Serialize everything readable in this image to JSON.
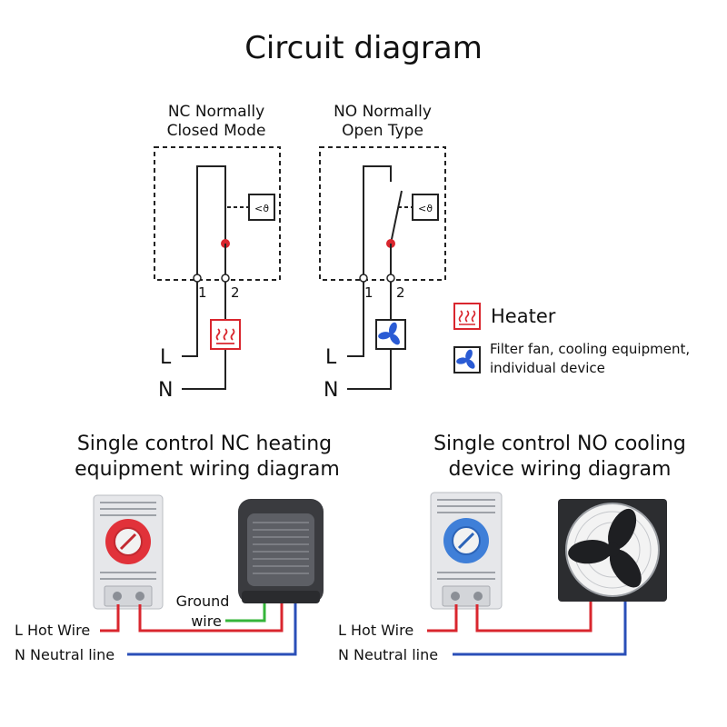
{
  "title": "Circuit diagram",
  "nc": {
    "caption_line1": "NC Normally",
    "caption_line2": "Closed Mode",
    "terminal1": "1",
    "terminal2": "2",
    "line_l": "L",
    "line_n": "N"
  },
  "no": {
    "caption_line1": "NO Normally",
    "caption_line2": "Open Type",
    "terminal1": "1",
    "terminal2": "2",
    "line_l": "L",
    "line_n": "N"
  },
  "legend": {
    "heater": "Heater",
    "fan_line1": "Filter fan, cooling equipment,",
    "fan_line2": "individual device"
  },
  "wiring_nc": {
    "heading_line1": "Single control NC heating",
    "heading_line2": "equipment wiring diagram",
    "ground_line1": "Ground",
    "ground_line2": "wire",
    "hot_wire": "L Hot Wire",
    "neutral": "N Neutral line"
  },
  "wiring_no": {
    "heading_line1": "Single control NO cooling",
    "heading_line2": "device wiring diagram",
    "hot_wire": "L Hot Wire",
    "neutral": "N Neutral line"
  },
  "colors": {
    "hot": "#d9262e",
    "neutral": "#2a4fb8",
    "ground": "#35b53a",
    "heater_red": "#d9262e",
    "fan_blue": "#2a5bd4",
    "knob_red": "#e1323a",
    "knob_blue": "#3f7fd8"
  }
}
